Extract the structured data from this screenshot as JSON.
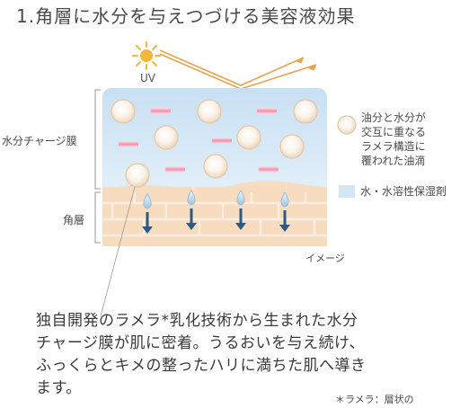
{
  "title": "1.角層に水分を与えつづける美容液効果",
  "uv_label": "UV",
  "labels": {
    "moisture_film": "水分チャージ膜",
    "stratum_corneum": "角層",
    "image_note": "イメージ"
  },
  "legend": {
    "oil_droplet_lines": [
      "油分と水分が",
      "交互に重なる",
      "ラメラ構造に",
      "覆われた油滴"
    ],
    "water_agent": "水・水溶性保湿剤"
  },
  "body_text": [
    "独自開発のラメラ*乳化技術から生まれた水分",
    "チャージ膜が肌に密着。うるおいを与え続け、",
    "ふっくらとキメの整ったハリに満ちた肌へ導き",
    "ます。"
  ],
  "footnote": "＊ラメラ：層状の",
  "colors": {
    "sun": "#f3b73c",
    "arrow": "#e9a24e",
    "water_layer": "#d2e6f5",
    "skin": "#f7dcc0",
    "droplet_rim": "#e9c9a6",
    "pink_bar": "#ef9ab4",
    "arrow_blue": "#2c5a85"
  }
}
